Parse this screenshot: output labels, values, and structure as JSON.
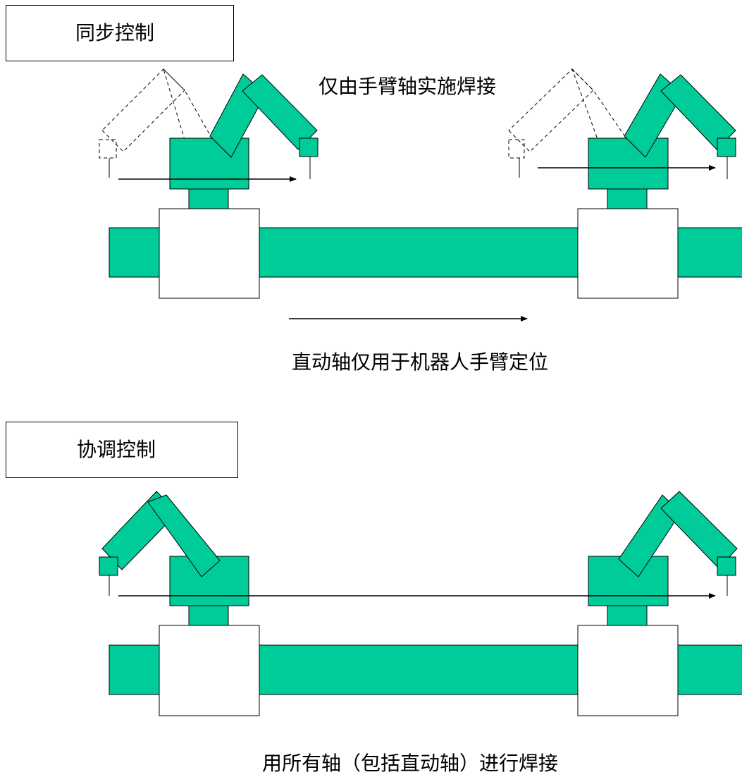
{
  "colors": {
    "robot": "#00cc99",
    "outline": "#000000",
    "carriage": "#ffffff"
  },
  "sections": [
    {
      "title": "同步控制",
      "caption_top": "仅由手臂轴实施焊接",
      "caption_bottom": "直动轴仅用于机器人手臂定位"
    },
    {
      "title": "协调控制",
      "caption_bottom": "用所有轴（包括直动轴）进行焊接"
    }
  ]
}
